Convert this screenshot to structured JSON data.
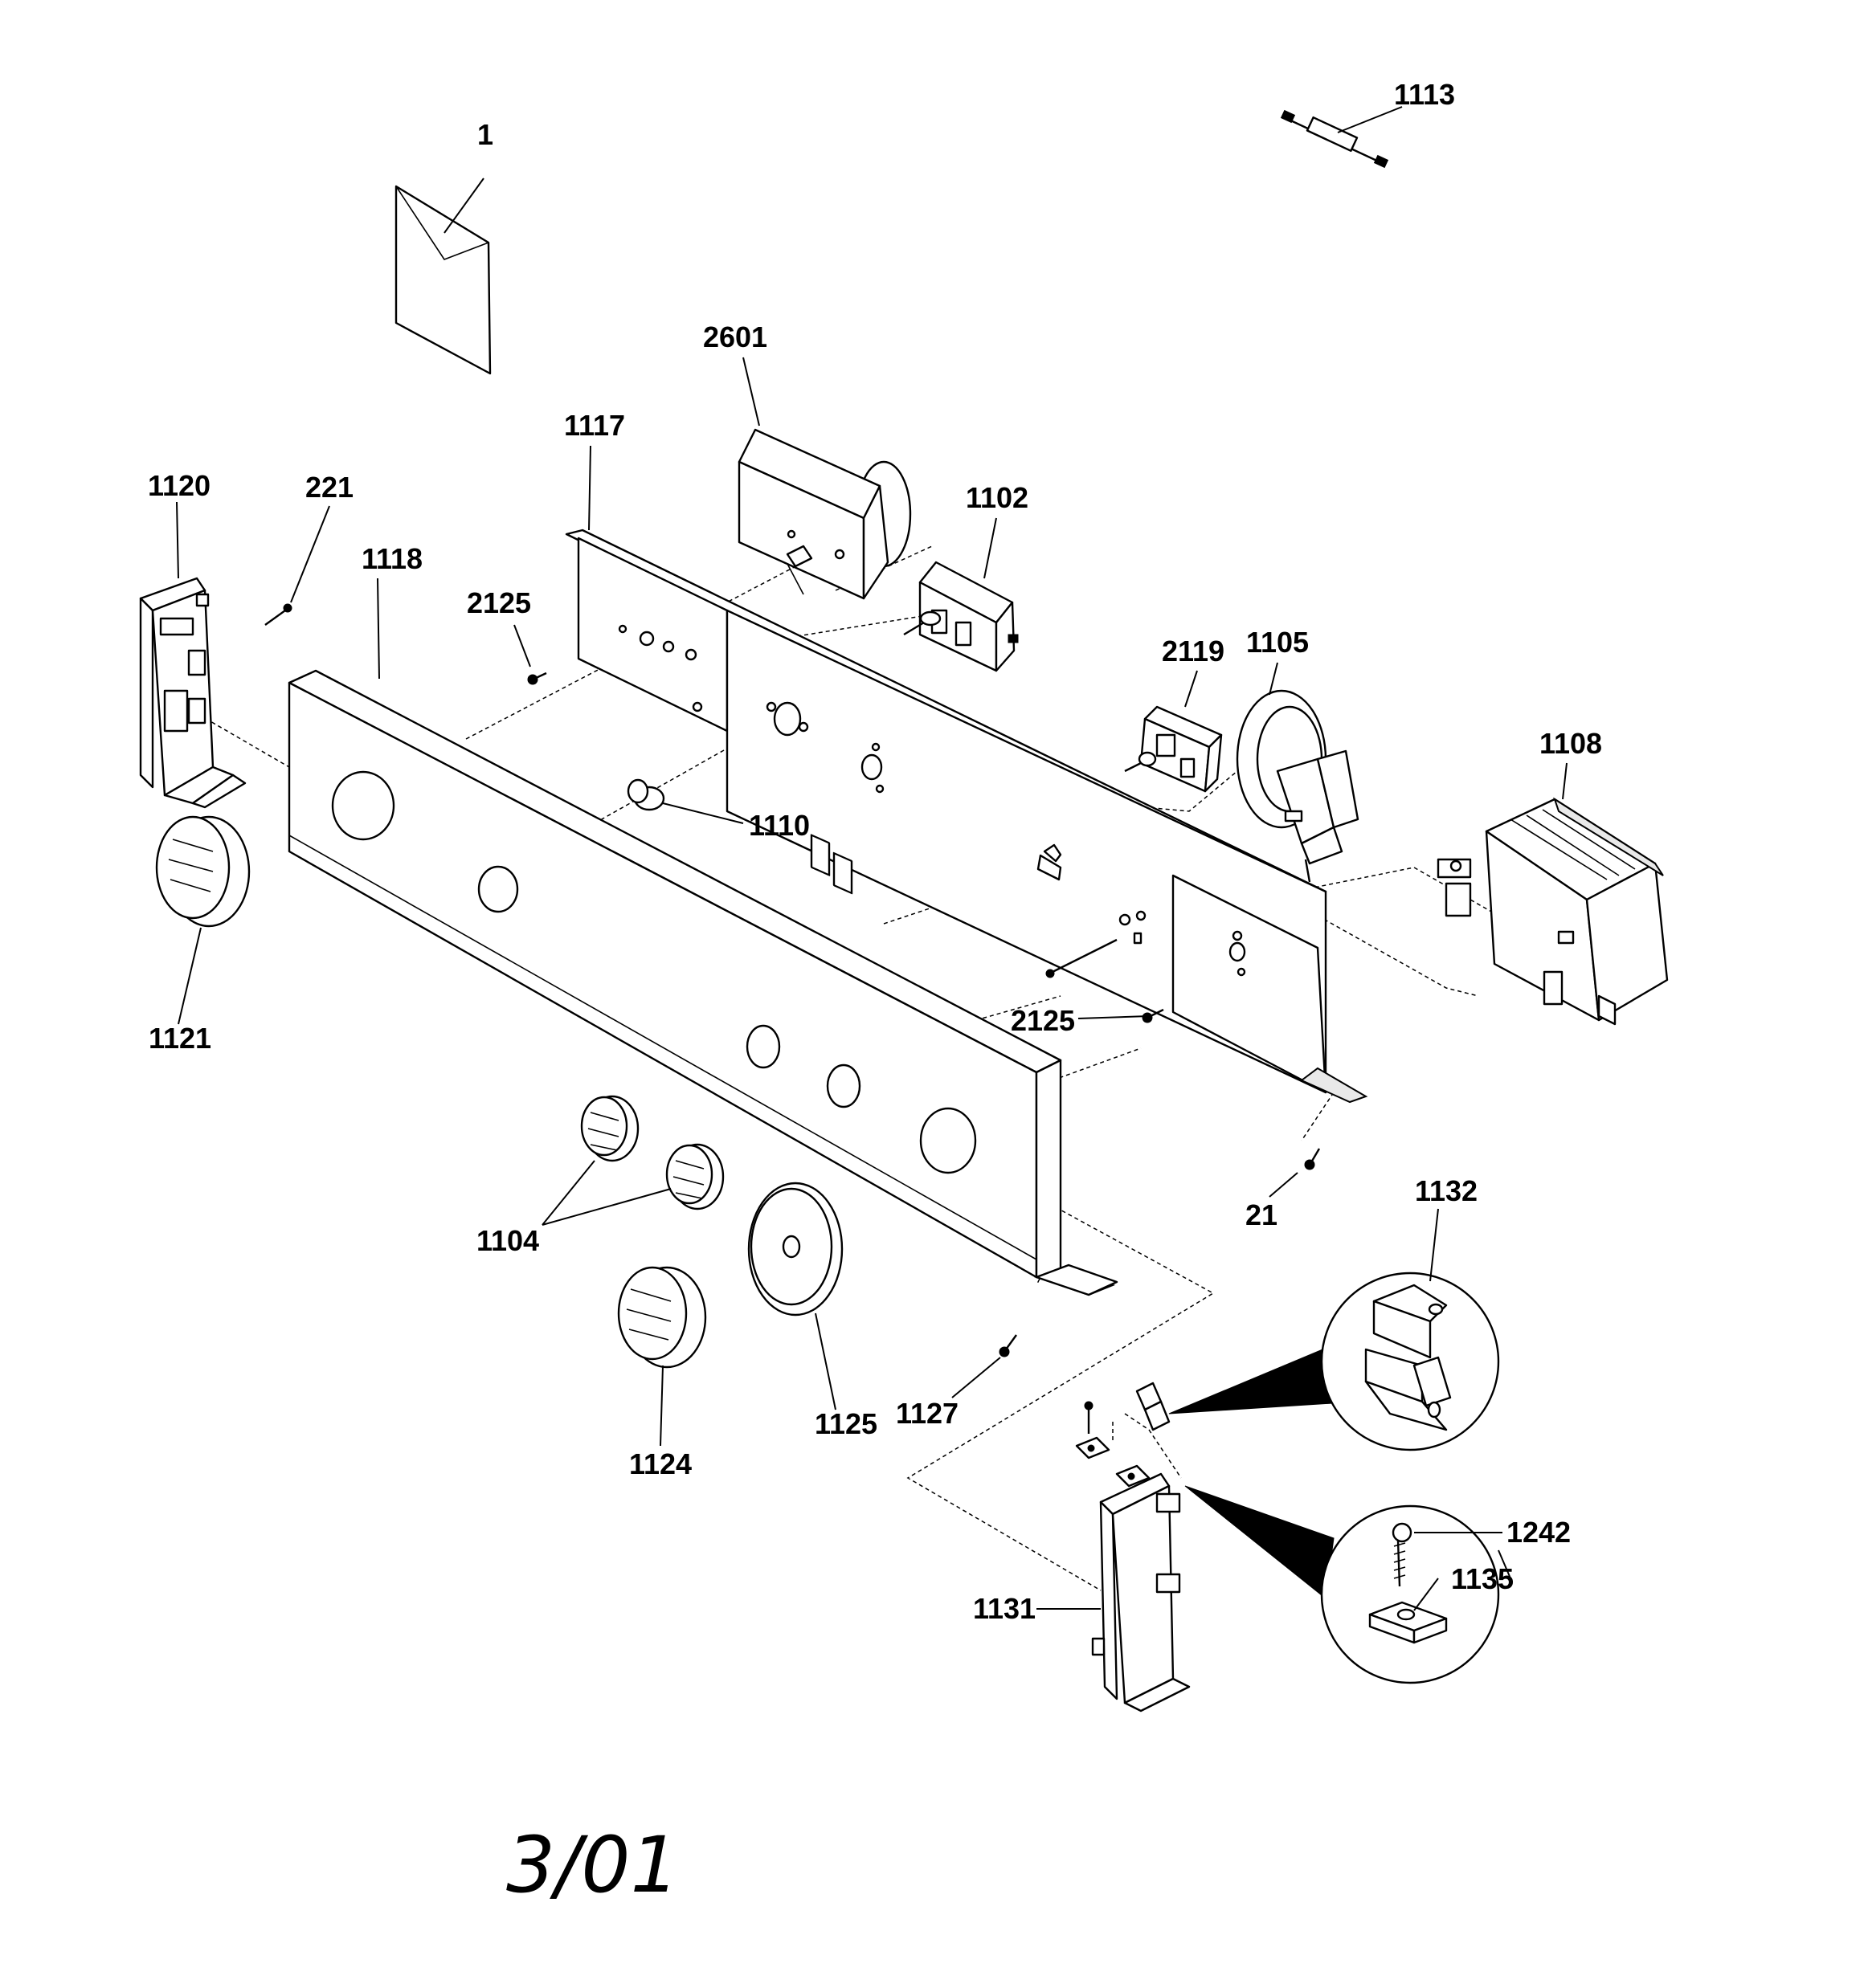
{
  "diagram": {
    "callouts": {
      "p1": "1",
      "p1113": "1113",
      "p2601": "2601",
      "p1117": "1117",
      "p1102": "1102",
      "p1120": "1120",
      "p221": "221",
      "p1118": "1118",
      "p2125a": "2125",
      "p2119": "2119",
      "p1105": "1105",
      "p1108": "1108",
      "p1110": "1110",
      "p1121": "1121",
      "p2125b": "2125",
      "p21": "21",
      "p1132": "1132",
      "p1104": "1104",
      "p1127": "1127",
      "p1125": "1125",
      "p1124": "1124",
      "p1242": "1242",
      "p1135": "1135",
      "p1131": "1131"
    },
    "date_mark": "3/01"
  }
}
